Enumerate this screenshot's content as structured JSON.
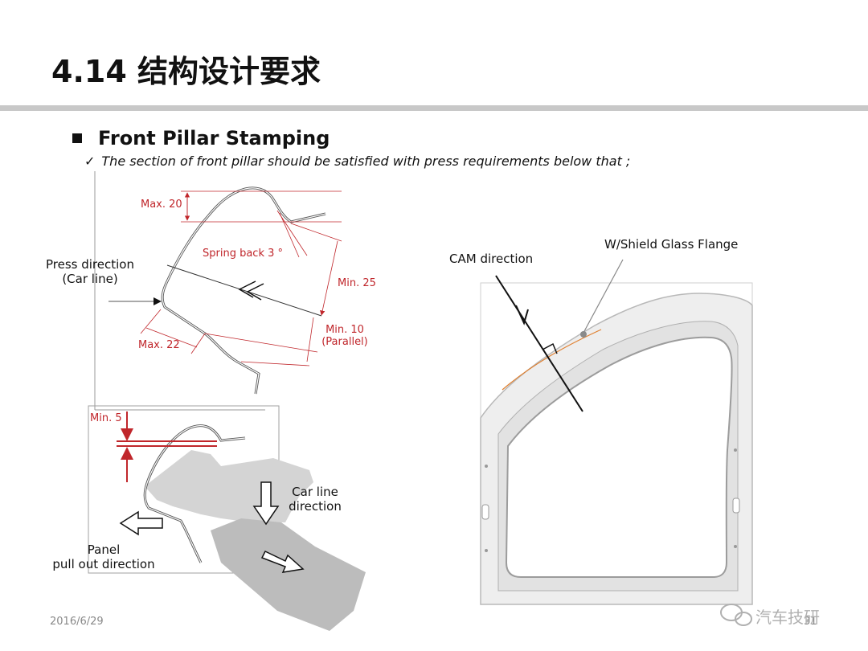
{
  "slide": {
    "title": "4.14 结构设计要求",
    "bullet": "Front Pillar Stamping",
    "subbullet": "The section of front pillar should be satisfied with press requirements below that ;"
  },
  "upper_diagram": {
    "max20": "Max. 20",
    "spring_back": "Spring back 3 °",
    "min25": "Min. 25",
    "press_direction_1": "Press direction",
    "press_direction_2": "(Car line)",
    "min10_1": "Min. 10",
    "min10_2": "(Parallel)",
    "max22": "Max. 22"
  },
  "lower_diagram": {
    "min5": "Min. 5",
    "car_line_1": "Car line",
    "car_line_2": "direction",
    "panel_1": "Panel",
    "panel_2": "pull out direction"
  },
  "right_diagram": {
    "cam_direction": "CAM direction",
    "wshield": "W/Shield Glass Flange"
  },
  "footer": {
    "date": "2016/6/29",
    "page": "31",
    "watermark": "汽车技研"
  },
  "colors": {
    "red": "#c0262b",
    "orange": "#e08030",
    "gray_rule": "#c8c8c8"
  }
}
